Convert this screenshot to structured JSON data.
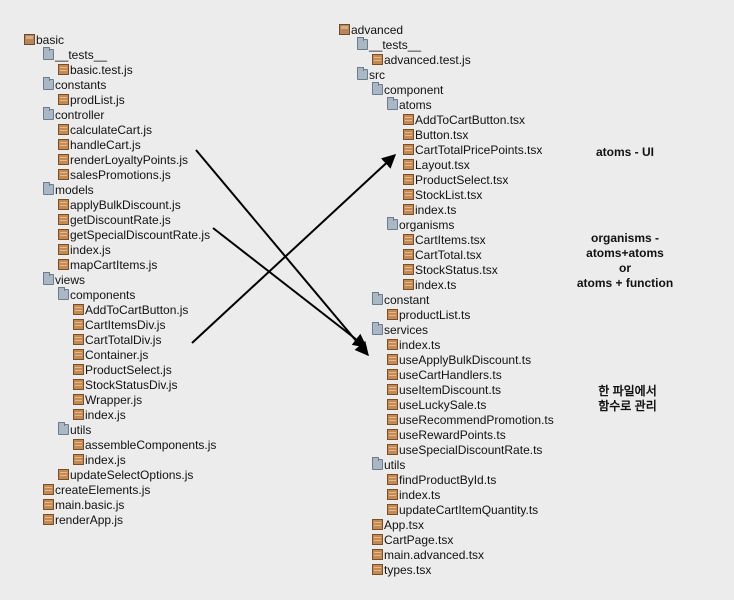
{
  "basic": {
    "root": "basic",
    "tests": "__tests__",
    "basic_test": "basic.test.js",
    "constants": "constants",
    "prodList": "prodList.js",
    "controller": "controller",
    "calculateCart": "calculateCart.js",
    "handleCart": "handleCart.js",
    "renderLoyaltyPoints": "renderLoyaltyPoints.js",
    "salesPromotions": "salesPromotions.js",
    "models": "models",
    "applyBulkDiscount": "applyBulkDiscount.js",
    "getDiscountRate": "getDiscountRate.js",
    "getSpecialDiscountRate": "getSpecialDiscountRate.js",
    "models_index": "index.js",
    "mapCartItems": "mapCartItems.js",
    "views": "views",
    "components": "components",
    "AddToCartButton": "AddToCartButton.js",
    "CartItemsDiv": "CartItemsDiv.js",
    "CartTotalDiv": "CartTotalDiv.js",
    "Container": "Container.js",
    "ProductSelect": "ProductSelect.js",
    "StockStatusDiv": "StockStatusDiv.js",
    "Wrapper": "Wrapper.js",
    "components_index": "index.js",
    "utils": "utils",
    "assembleComponents": "assembleComponents.js",
    "utils_index": "index.js",
    "updateSelectOptions": "updateSelectOptions.js",
    "createElements": "createElements.js",
    "main_basic": "main.basic.js",
    "renderApp": "renderApp.js"
  },
  "advanced": {
    "root": "advanced",
    "tests": "__tests__",
    "advanced_test": "advanced.test.js",
    "src": "src",
    "component": "component",
    "atoms": "atoms",
    "AddToCartButton": "AddToCartButton.tsx",
    "Button": "Button.tsx",
    "CartTotalPricePoints": "CartTotalPricePoints.tsx",
    "Layout": "Layout.tsx",
    "ProductSelect": "ProductSelect.tsx",
    "StockList": "StockList.tsx",
    "atoms_index": "index.ts",
    "organisms": "organisms",
    "CartItems": "CartItems.tsx",
    "CartTotal": "CartTotal.tsx",
    "StockStatus": "StockStatus.tsx",
    "organisms_index": "index.ts",
    "constant": "constant",
    "productList": "productList.ts",
    "services": "services",
    "services_index": "index.ts",
    "useApplyBulkDiscount": "useApplyBulkDiscount.ts",
    "useCartHandlers": "useCartHandlers.ts",
    "useItemDiscount": "useItemDiscount.ts",
    "useLuckySale": "useLuckySale.ts",
    "useRecommendPromotion": "useRecommendPromotion.ts",
    "useRewardPoints": "useRewardPoints.ts",
    "useSpecialDiscountRate": "useSpecialDiscountRate.ts",
    "utils": "utils",
    "findProductById": "findProductById.ts",
    "utils_index": "index.ts",
    "updateCartItemQuantity": "updateCartItemQuantity.ts",
    "App": "App.tsx",
    "CartPage": "CartPage.tsx",
    "main_advanced": "main.advanced.tsx",
    "types": "types.tsx"
  },
  "annotations": {
    "atoms_ui": "atoms - UI",
    "organisms_1": "organisms -",
    "organisms_2": "atoms+atoms",
    "organisms_3": "or",
    "organisms_4": "atoms + function",
    "services_1": "한 파일에서",
    "services_2": "함수로 관리"
  }
}
